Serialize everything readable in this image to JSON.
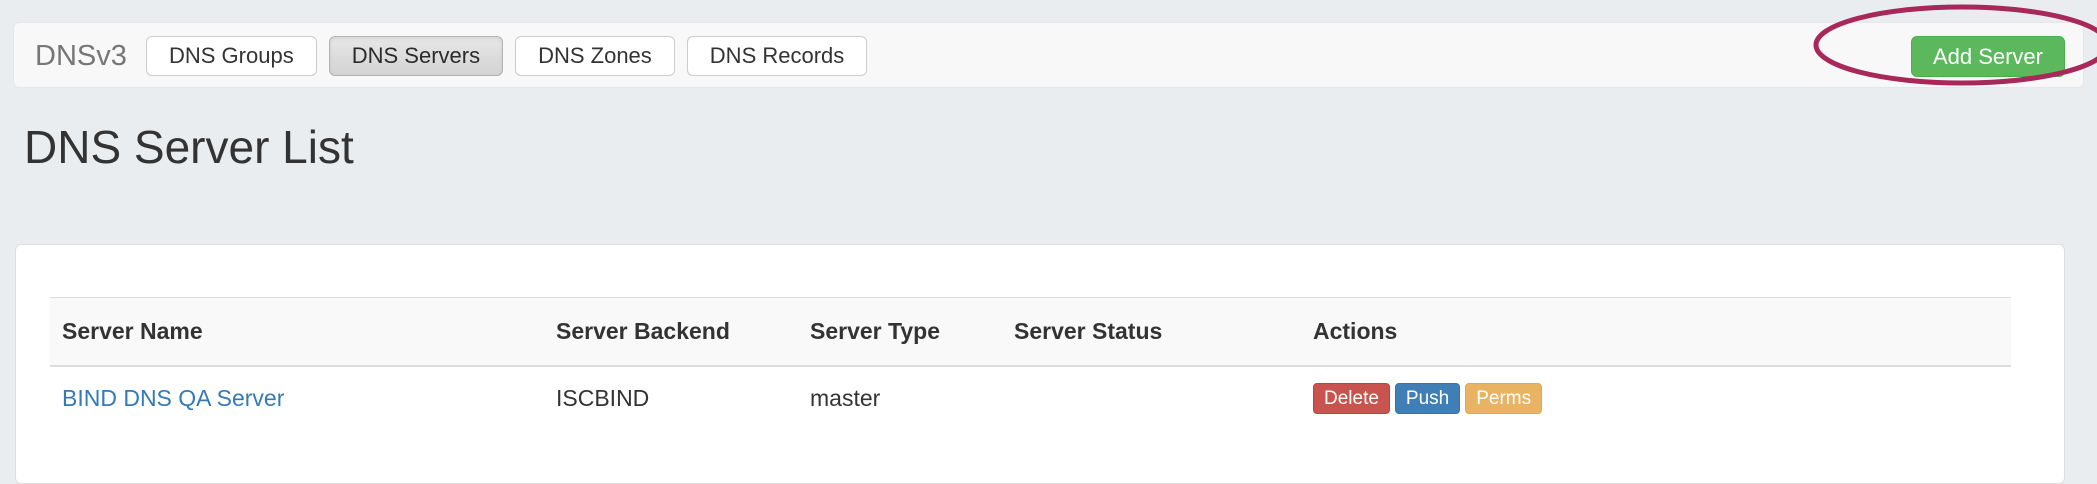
{
  "navbar": {
    "brand": "DNSv3",
    "tabs": [
      {
        "label": "DNS Groups",
        "active": false
      },
      {
        "label": "DNS Servers",
        "active": true
      },
      {
        "label": "DNS Zones",
        "active": false
      },
      {
        "label": "DNS Records",
        "active": false
      }
    ],
    "add_server_label": "Add Server",
    "add_server_color": "#5cb85c"
  },
  "annotation": {
    "shape": "ellipse",
    "color": "#a8285a",
    "target": "Add Server"
  },
  "main": {
    "page_title": "DNS Server List",
    "table": {
      "columns": [
        "Server Name",
        "Server Backend",
        "Server Type",
        "Server Status",
        "Actions"
      ],
      "rows": [
        {
          "server_name": "BIND DNS QA Server",
          "server_backend": "ISCBIND",
          "server_type": "master",
          "server_status": "",
          "actions": [
            {
              "label": "Delete",
              "color": "#c9534f"
            },
            {
              "label": "Push",
              "color": "#407fb5"
            },
            {
              "label": "Perms",
              "color": "#e8b363"
            }
          ]
        }
      ]
    }
  }
}
